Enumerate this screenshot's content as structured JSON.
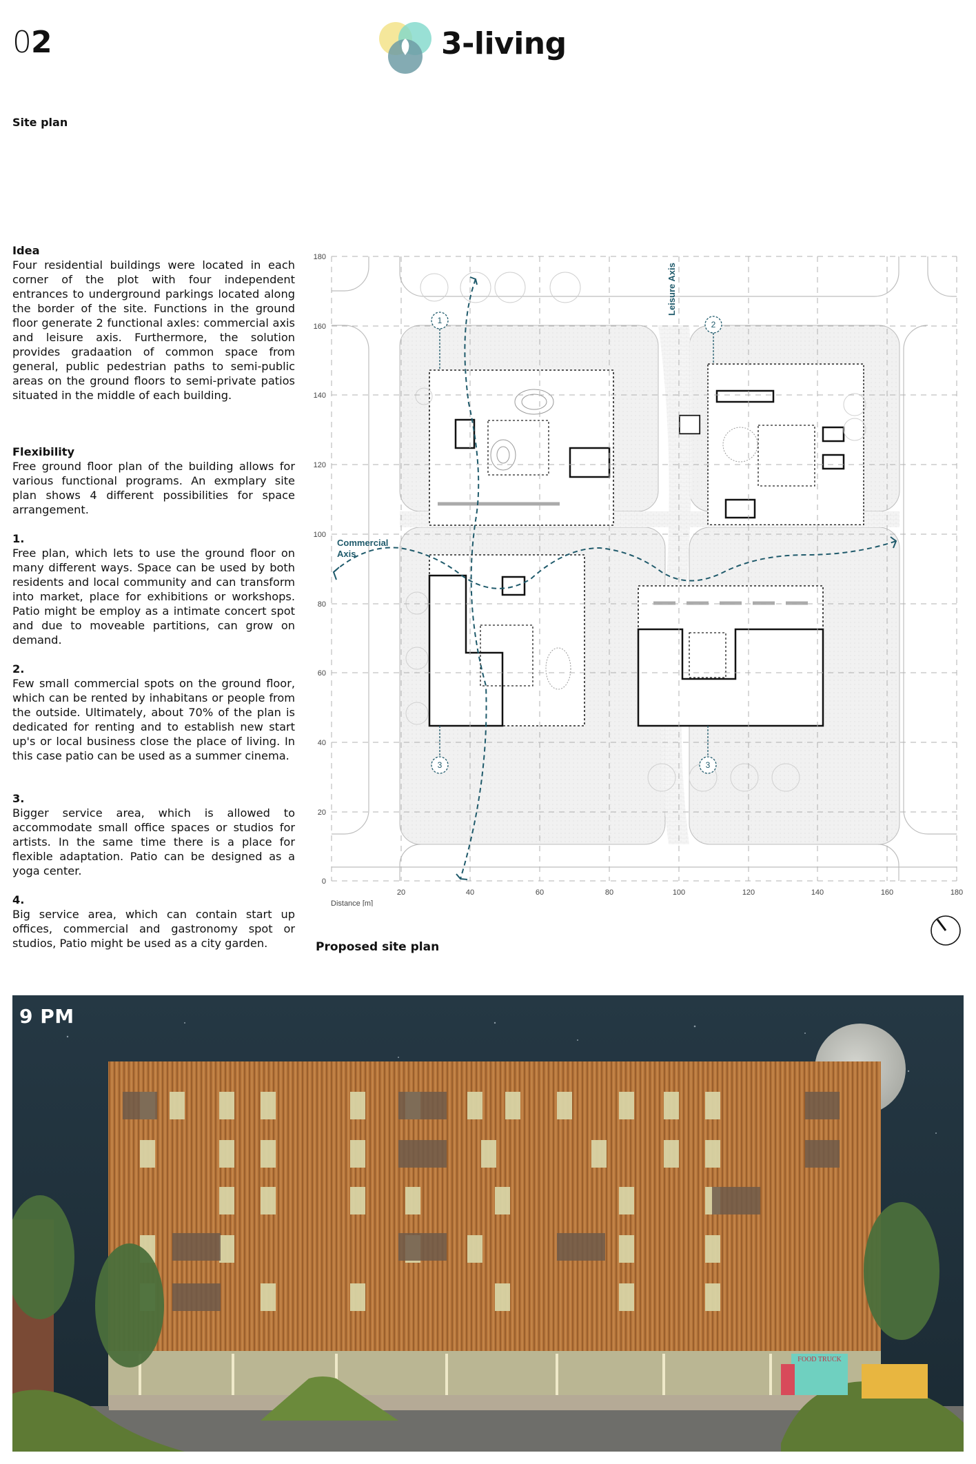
{
  "header": {
    "page_number_prefix": "0",
    "page_number_suffix": "2",
    "logo_text": "3-living",
    "logo_colors": [
      "#f3e38a",
      "#7fd8cb",
      "#6f9ca6"
    ]
  },
  "section_label": "Site plan",
  "text_column": {
    "idea": {
      "title": "Idea",
      "body": "Four residential buildings were located in each corner of the plot with four independent entrances to underground parkings located along the border of the site. Functions in the ground floor generate 2 functional axles: commercial axis and leisure axis. Furthermore, the solution provides gradaation of common space from general, public pedestrian paths to semi-public areas on the ground floors to semi-private patios situated in the middle of each building."
    },
    "flexibility": {
      "title": "Flexibility",
      "body": "Free ground floor plan of the building allows for various functional programs. An exmplary site plan shows 4 different possibilities for space arrangement."
    },
    "options": [
      {
        "number": "1.",
        "body": "Free plan, which lets to use the ground floor on many different ways. Space can be used by both residents and local community and can transform into market, place for exhibitions or workshops. Patio might be employ as a intimate concert spot and due to moveable partitions, can grow on demand."
      },
      {
        "number": "2.",
        "body": "Few small commercial spots on the ground floor, which can be rented by inhabitans or people from the outside. Ultimately, about 70% of the plan is dedicated for renting and to establish new start up's or local business close the place of living. In this case patio can be used as a summer cinema."
      },
      {
        "number": "3.",
        "body": "Bigger service area, which is allowed to accommodate small office spaces or studios for artists. In the same time there is a place for flexible adaptation. Patio can be designed as a yoga center."
      },
      {
        "number": "4.",
        "body": "Big service area, which can contain  start up offices, commercial and gastronomy spot or studios, Patio might be used as a city garden."
      }
    ]
  },
  "site_plan": {
    "caption": "Proposed site plan",
    "x_axis_label": "Distance [m]",
    "x_ticks": [
      "20",
      "40",
      "60",
      "80",
      "100",
      "120",
      "140",
      "160",
      "180"
    ],
    "y_ticks": [
      "180",
      "160",
      "140",
      "120",
      "100",
      "80",
      "60",
      "40",
      "20",
      "0"
    ],
    "axis_range_m": [
      0,
      180
    ],
    "axes": {
      "commercial_label_line1": "Commercial",
      "commercial_label_line2": "Axis",
      "leisure_label": "Leisure Axis",
      "axis_color": "#1f5a6b"
    },
    "building_markers": [
      "1",
      "2",
      "3",
      "3"
    ],
    "compass_icon": "north-arrow"
  },
  "render": {
    "time_label": "9 PM",
    "food_truck_sign": "FOOD TRUCK",
    "sky_color": "#22343f",
    "facade_color": "#b9783d",
    "moon_color": "#c9cac4"
  }
}
